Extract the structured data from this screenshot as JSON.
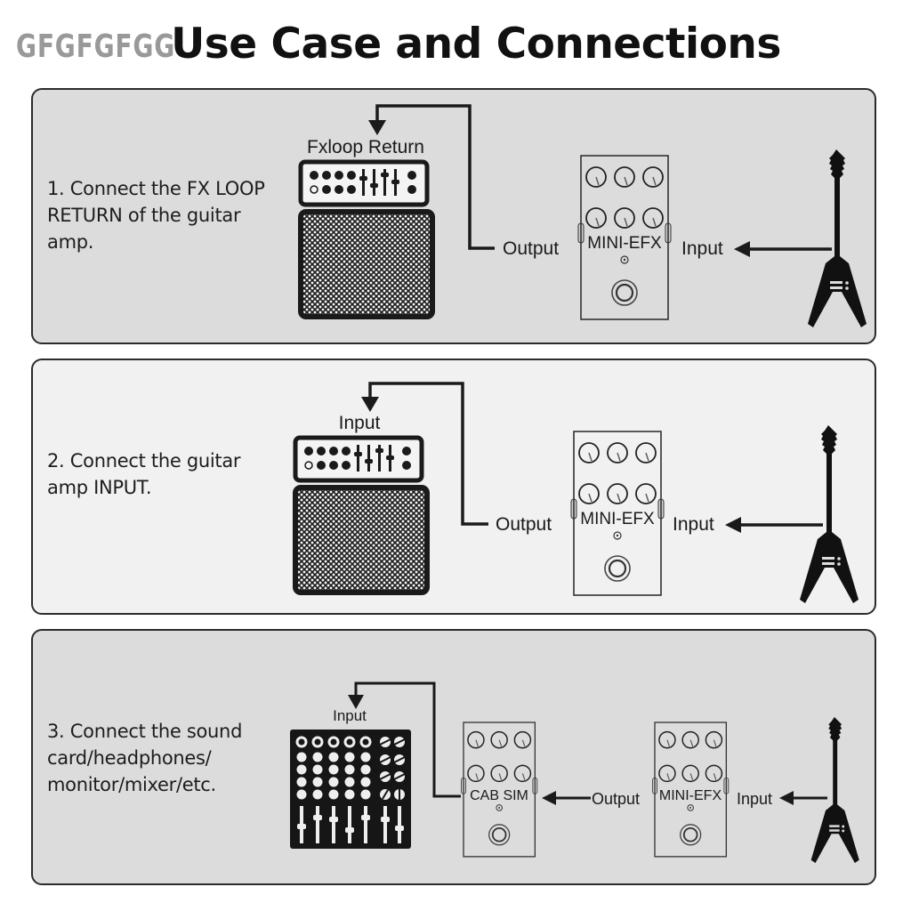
{
  "watermark": "GFGFGFGG",
  "title": "Use Case and Connections",
  "panels": [
    {
      "step_lines": [
        "1. Connect the FX LOOP",
        "RETURN of the guitar",
        "amp."
      ],
      "amp_label": "Fxloop Return",
      "pedal_name": "MINI-EFX",
      "output_label": "Output",
      "input_label": "Input"
    },
    {
      "step_lines": [
        "2. Connect the guitar",
        "amp INPUT."
      ],
      "amp_label": "Input",
      "pedal_name": "MINI-EFX",
      "output_label": "Output",
      "input_label": "Input"
    },
    {
      "step_lines": [
        "3. Connect the sound",
        "card/headphones/",
        "monitor/mixer/etc."
      ],
      "mixer_label": "Input",
      "cab_pedal_name": "CAB SIM",
      "pedal_name": "MINI-EFX",
      "output_label": "Output",
      "input_label": "Input"
    }
  ],
  "icons": [
    "amplifier-icon",
    "effect-pedal-icon",
    "flying-v-guitar-icon",
    "mixer-icon",
    "signal-arrow-icon"
  ],
  "colors": {
    "panel_gray": "#dcdcdc",
    "panel_light": "#f1f1f1",
    "line": "#1a1a1a",
    "watermark": "#8f8f8f"
  }
}
